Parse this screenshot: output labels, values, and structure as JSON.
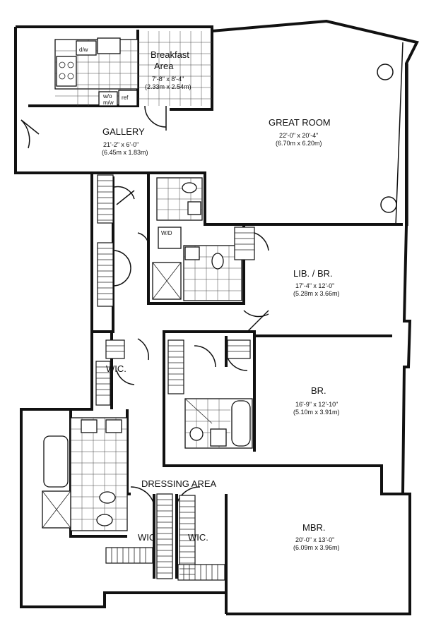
{
  "rooms": {
    "breakfast": {
      "name_line1": "Breakfast",
      "name_line2": "Area",
      "dims_ft": "7'-8\" x 8'-4\"",
      "dims_m": "(2.33m x 2.54m)"
    },
    "gallery": {
      "name": "GALLERY",
      "dims_ft": "21'-2\" x 6'-0\"",
      "dims_m": "(6.45m x 1.83m)"
    },
    "great_room": {
      "name": "GREAT ROOM",
      "dims_ft": "22'-0\" x 20'-4\"",
      "dims_m": "(6.70m x 6.20m)"
    },
    "library": {
      "name": "LIB. / BR.",
      "dims_ft": "17'-4\" x 12'-0\"",
      "dims_m": "(5.28m x 3.66m)"
    },
    "bedroom": {
      "name": "BR.",
      "dims_ft": "16'-9\" x 12'-10\"",
      "dims_m": "(5.10m x 3.91m)"
    },
    "master": {
      "name": "MBR.",
      "dims_ft": "20'-0\" x 13'-0\"",
      "dims_m": "(6.09m x 3.96m)"
    },
    "dressing": {
      "name": "DRESSING AREA"
    },
    "wic_small": {
      "name": "WIC."
    },
    "wic_left": {
      "name": "WIC"
    },
    "wic_right": {
      "name": "WIC."
    }
  },
  "appliances": {
    "dishwasher": "d/w",
    "washer_microwave_line1": "w/o",
    "washer_microwave_line2": "m/w",
    "refrigerator": "ref",
    "washer_dryer": "W/D"
  }
}
